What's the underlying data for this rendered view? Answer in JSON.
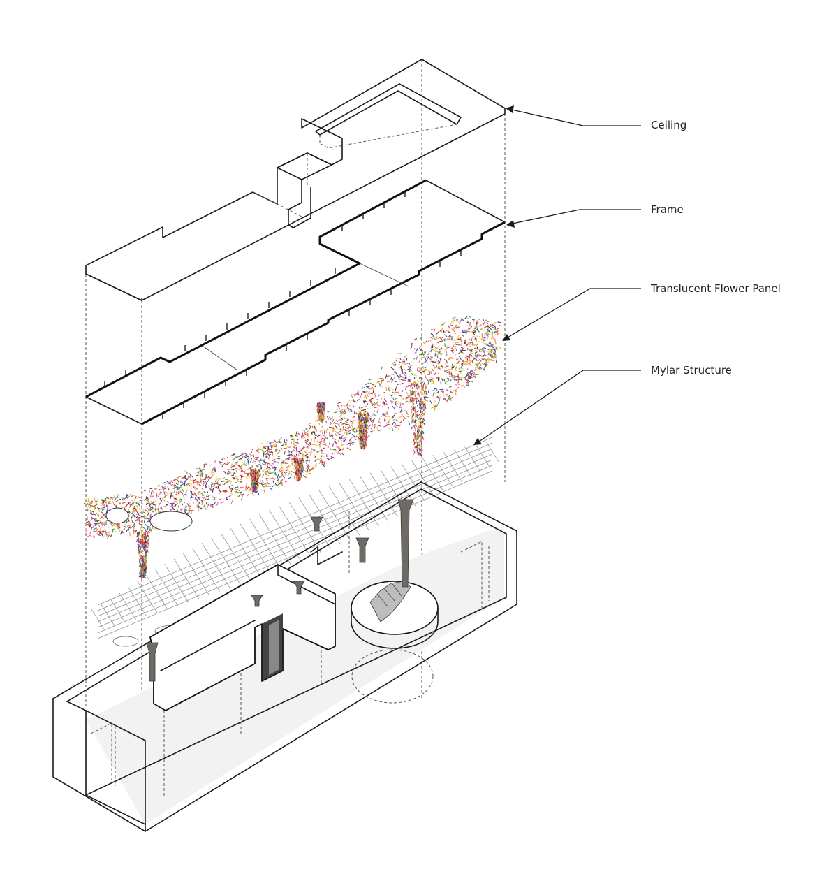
{
  "labels": {
    "ceiling": "Ceiling",
    "frame": "Frame",
    "flower_panel": "Translucent Flower Panel",
    "mylar": "Mylar Structure"
  },
  "colors": {
    "line": "#1a1a1a",
    "flower_palette": [
      "#d63a2a",
      "#f0a21f",
      "#2c4fb8",
      "#3a9c3e",
      "#b03aa0",
      "#e8d23a",
      "#6a2a1a",
      "#f06a8a"
    ],
    "mylar_mesh": "#8a8a8a",
    "column": "#6e6a66"
  }
}
